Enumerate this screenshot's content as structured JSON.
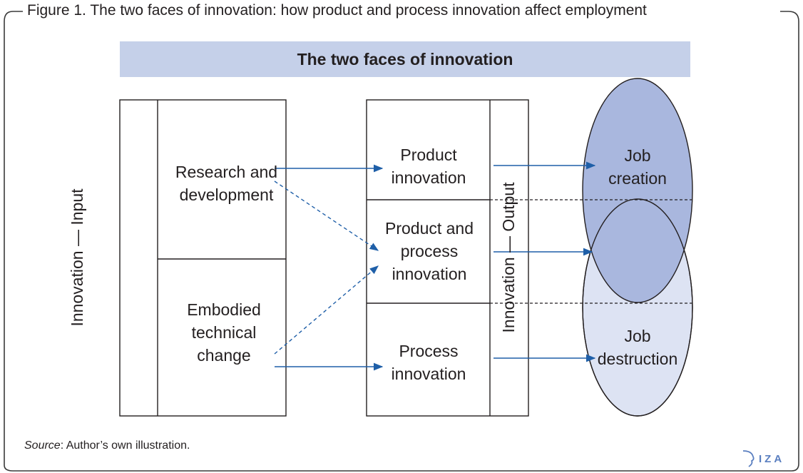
{
  "figure": {
    "title": "Figure 1. The two faces of innovation: how product and process innovation affect employment",
    "banner": "The two faces of innovation",
    "source_label": "Source",
    "source_text": ": Author’s own illustration.",
    "logo_text": "IZA"
  },
  "input_column": {
    "axis_label": "Innovation — Input",
    "items": [
      {
        "label": "Research and development"
      },
      {
        "label": "Embodied technical change"
      }
    ]
  },
  "output_column": {
    "axis_label": "Innovation — Output",
    "items": [
      {
        "label": "Product innovation"
      },
      {
        "label": "Product and process innovation"
      },
      {
        "label": "Process innovation"
      }
    ]
  },
  "effects": {
    "items": [
      {
        "label": "Job creation"
      },
      {
        "label": "Job destruction"
      }
    ]
  },
  "colors": {
    "accent_blue": "#1f5fa8",
    "creation_fill": "#a9b7de",
    "destruction_fill": "#dde3f3",
    "banner_fill": "#c5d0e9",
    "frame_stroke": "#3a3a3a"
  }
}
